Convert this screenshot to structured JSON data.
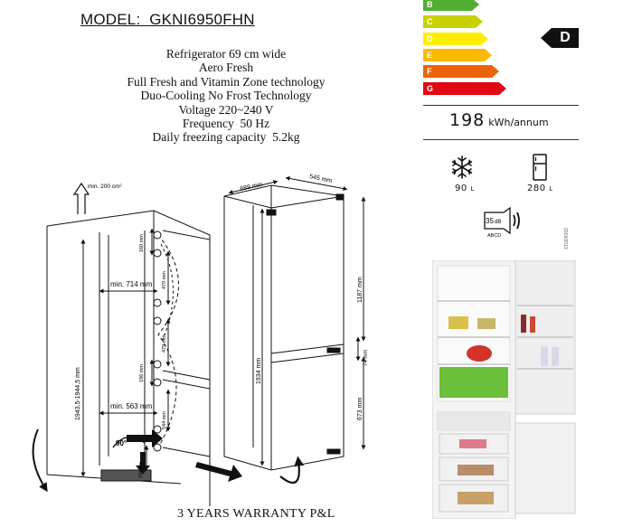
{
  "model": "MODEL:  GKNI6950FHN",
  "specs": [
    "Refrigerator 69 cm wide",
    "Aero Fresh",
    "Full Fresh and Vitamin Zone technology",
    "Duo-Cooling No Frost Technology",
    "Voltage 220~240 V",
    "Frequency  50 Hz",
    "Daily freezing capacity  5.2kg"
  ],
  "warranty": "3 YEARS WARRANTY P&L",
  "energy_label": {
    "classes": [
      {
        "letter": "B",
        "color": "#52ae32"
      },
      {
        "letter": "C",
        "color": "#c8d200"
      },
      {
        "letter": "D",
        "color": "#ffed00"
      },
      {
        "letter": "E",
        "color": "#fbba00"
      },
      {
        "letter": "F",
        "color": "#eb6209"
      },
      {
        "letter": "G",
        "color": "#e30613"
      }
    ],
    "rating": "D",
    "consumption": "198",
    "consumption_unit": "kWh/annum",
    "freezer_volume": "90",
    "fridge_volume": "280",
    "volume_unit": "L",
    "noise": "35",
    "noise_unit": "dB",
    "noise_class": "ABCD",
    "side_code": "2019/2013"
  },
  "diagram": {
    "ventilation": "min. 200 cm²",
    "width_714": "min. 714 mm",
    "width_563": "min. 563 mm",
    "height_range": "1943,5-1944,5 mm",
    "d_160": "160 mm",
    "d_479a": "479 mm",
    "d_479b": "479 mm",
    "d_186": "186 mm",
    "d_544": "544 mm",
    "d_140": "140 mm",
    "angle": "90°",
    "fridge_width": "689 mm",
    "fridge_depth": "545 mm",
    "fridge_height": "1934 mm",
    "upper_height": "1187 mm",
    "lower_height": "673 mm",
    "gap_height": "74 mm"
  }
}
